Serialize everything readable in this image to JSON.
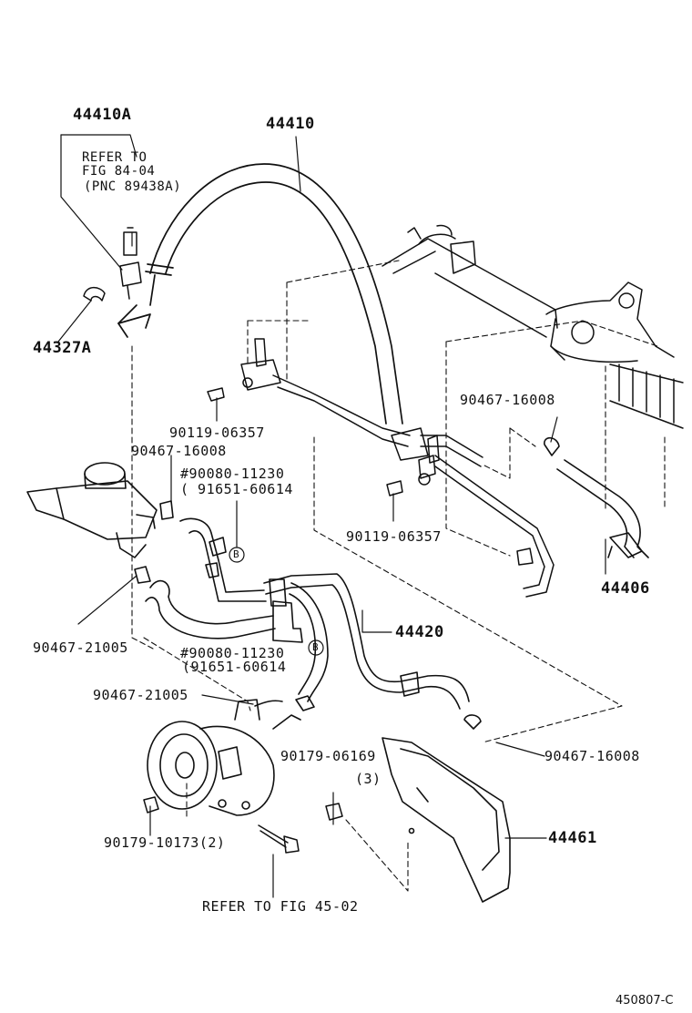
{
  "labels": {
    "p44410A": "44410A",
    "refer1_l1": "REFER TO",
    "refer1_l2": "FIG 84-04",
    "refer1_l3": "(PNC 89438A)",
    "p44410": "44410",
    "p44327A": "44327A",
    "p90119a": "90119-06357",
    "p90467_16008_a": "90467-16008",
    "p90080_a": "#90080-11230",
    "p91651_a": "( 91651-60614",
    "p90119b": "90119-06357",
    "p90467_16008_b": "90467-16008",
    "p44406": "44406",
    "p90467_21005_a": "90467-21005",
    "p44420": "44420",
    "p90080_b": "#90080-11230",
    "p91651_b": "(91651-60614",
    "p90467_21005_b": "90467-21005",
    "p90467_16008_c": "90467-16008",
    "p90179_06169": "90179-06169",
    "qty3": "(3)",
    "p90179_10173": "90179-10173(2)",
    "p44461": "44461",
    "refer2": "REFER TO FIG 45-02",
    "marker_b": "B",
    "drawing_code": "450807-C"
  },
  "colors": {
    "ink": "#111111",
    "paper": "#ffffff"
  }
}
